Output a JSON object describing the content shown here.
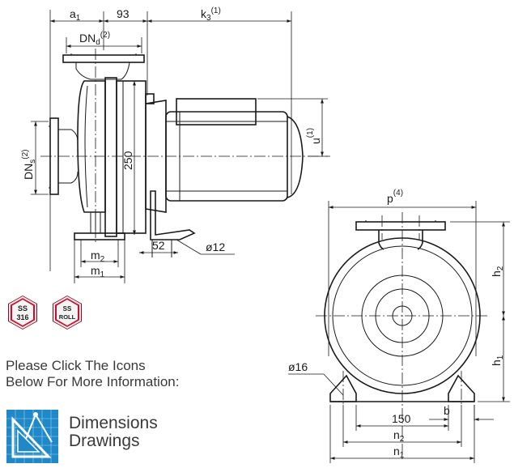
{
  "drawing": {
    "side_view": {
      "labels": {
        "a1": "a",
        "a1_sub": "1",
        "dim_93": "93",
        "k3": "k",
        "k3_sub": "3",
        "k3_note": "(1)",
        "dnd": "DN",
        "dnd_sub": "d",
        "dnd_note": "(2)",
        "dns": "DN",
        "dns_sub": "s",
        "dns_note": "(2)",
        "dim_250": "250",
        "u": "u",
        "u_note": "(1)",
        "m2": "m",
        "m2_sub": "2",
        "m1": "m",
        "m1_sub": "1",
        "dim_52": "52",
        "dia12": "ø12"
      }
    },
    "front_view": {
      "labels": {
        "p": "p",
        "p_note": "(4)",
        "h2": "h",
        "h2_sub": "2",
        "h1": "h",
        "h1_sub": "1",
        "dia16": "ø16",
        "dim_150": "150",
        "b": "b",
        "n2": "n",
        "n2_sub": "2",
        "n1": "n",
        "n1_sub": "1"
      }
    }
  },
  "badges": [
    {
      "line1": "SS",
      "line2": "316",
      "color": "#c8102e"
    },
    {
      "line1": "SS",
      "line2": "ROLL",
      "color": "#c8102e"
    }
  ],
  "instructions": {
    "line1": "Please Click The Icons",
    "line2": "Below For More Information:"
  },
  "dimensions_link": {
    "line1": "Dimensions",
    "line2": "Drawings",
    "icon": "dimensions-drawing-icon",
    "accent": "#1e88c8"
  }
}
